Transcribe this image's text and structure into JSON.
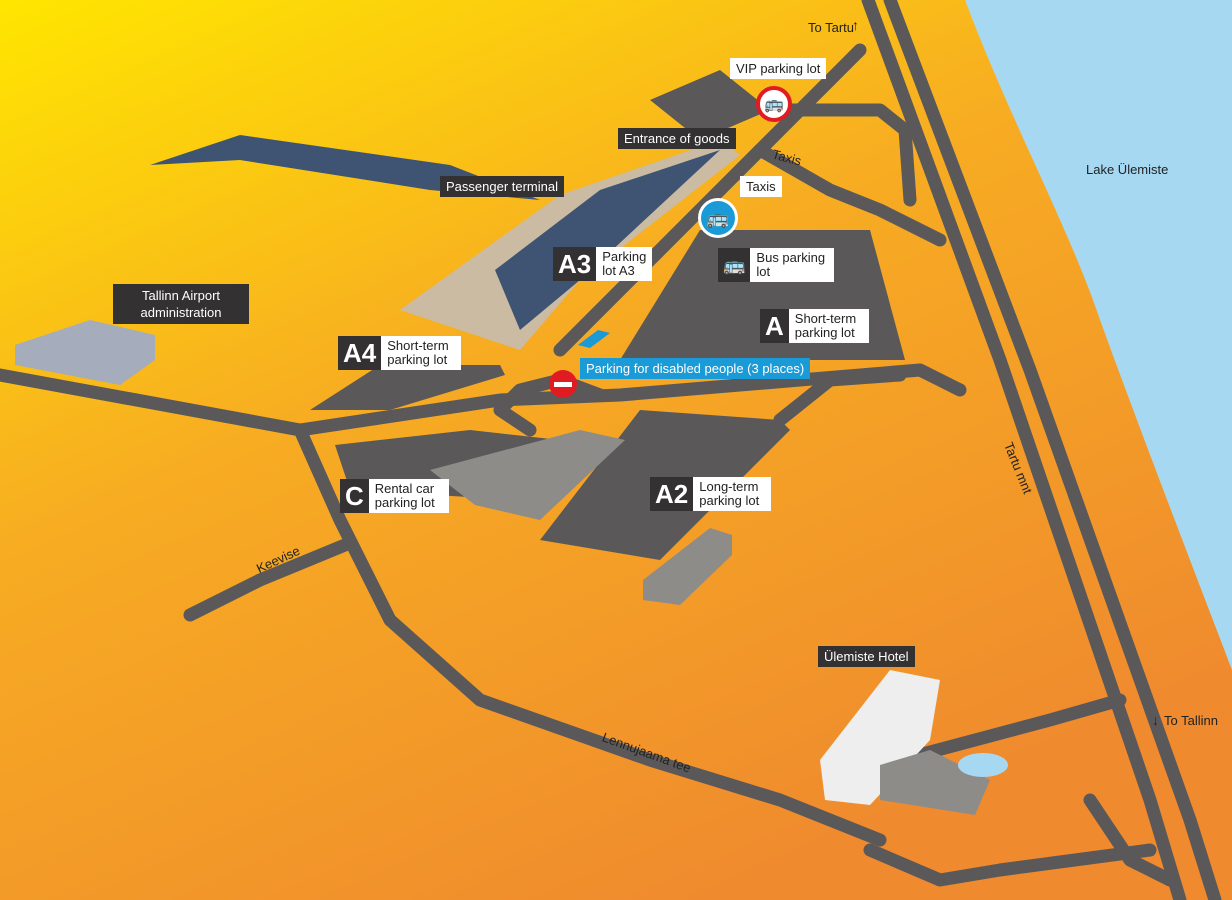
{
  "colors": {
    "road": "#5b5859",
    "lake": "#a6d8f2",
    "bg_top": "#ffe600",
    "bg_bottom": "#ef8a2e",
    "accent_blue": "#1a9ad6",
    "no_entry_red": "#e11b22"
  },
  "places": {
    "to_tartu": "To Tartu",
    "vip_parking": "VIP parking lot",
    "entrance_goods": "Entrance of goods",
    "taxis_road": "Taxis",
    "taxis_label": "Taxis",
    "passenger_terminal": "Passenger terminal",
    "lake": "Lake Ülemiste",
    "bus_parking": "Bus parking lot",
    "administration": "Tallinn Airport administration",
    "disabled_parking": "Parking for disabled people (3 places)",
    "keevise": "Keevise",
    "tartu_mnt": "Tartu mnt",
    "hotel": "Ülemiste Hotel",
    "lennujaama": "Lennujaama tee",
    "to_tallinn": "To Tallinn"
  },
  "lots": {
    "a3": {
      "code": "A3",
      "name": "Parking lot A3"
    },
    "a": {
      "code": "A",
      "name": "Short-term parking lot"
    },
    "a4": {
      "code": "A4",
      "name": "Short-term parking lot"
    },
    "c": {
      "code": "C",
      "name": "Rental car parking lot"
    },
    "a2": {
      "code": "A2",
      "name": "Long-term parking lot"
    }
  },
  "icons": [
    "no-bus-icon",
    "bus-stop-icon",
    "bus-icon",
    "no-entry-icon",
    "arrow-up-icon",
    "arrow-down-icon"
  ]
}
